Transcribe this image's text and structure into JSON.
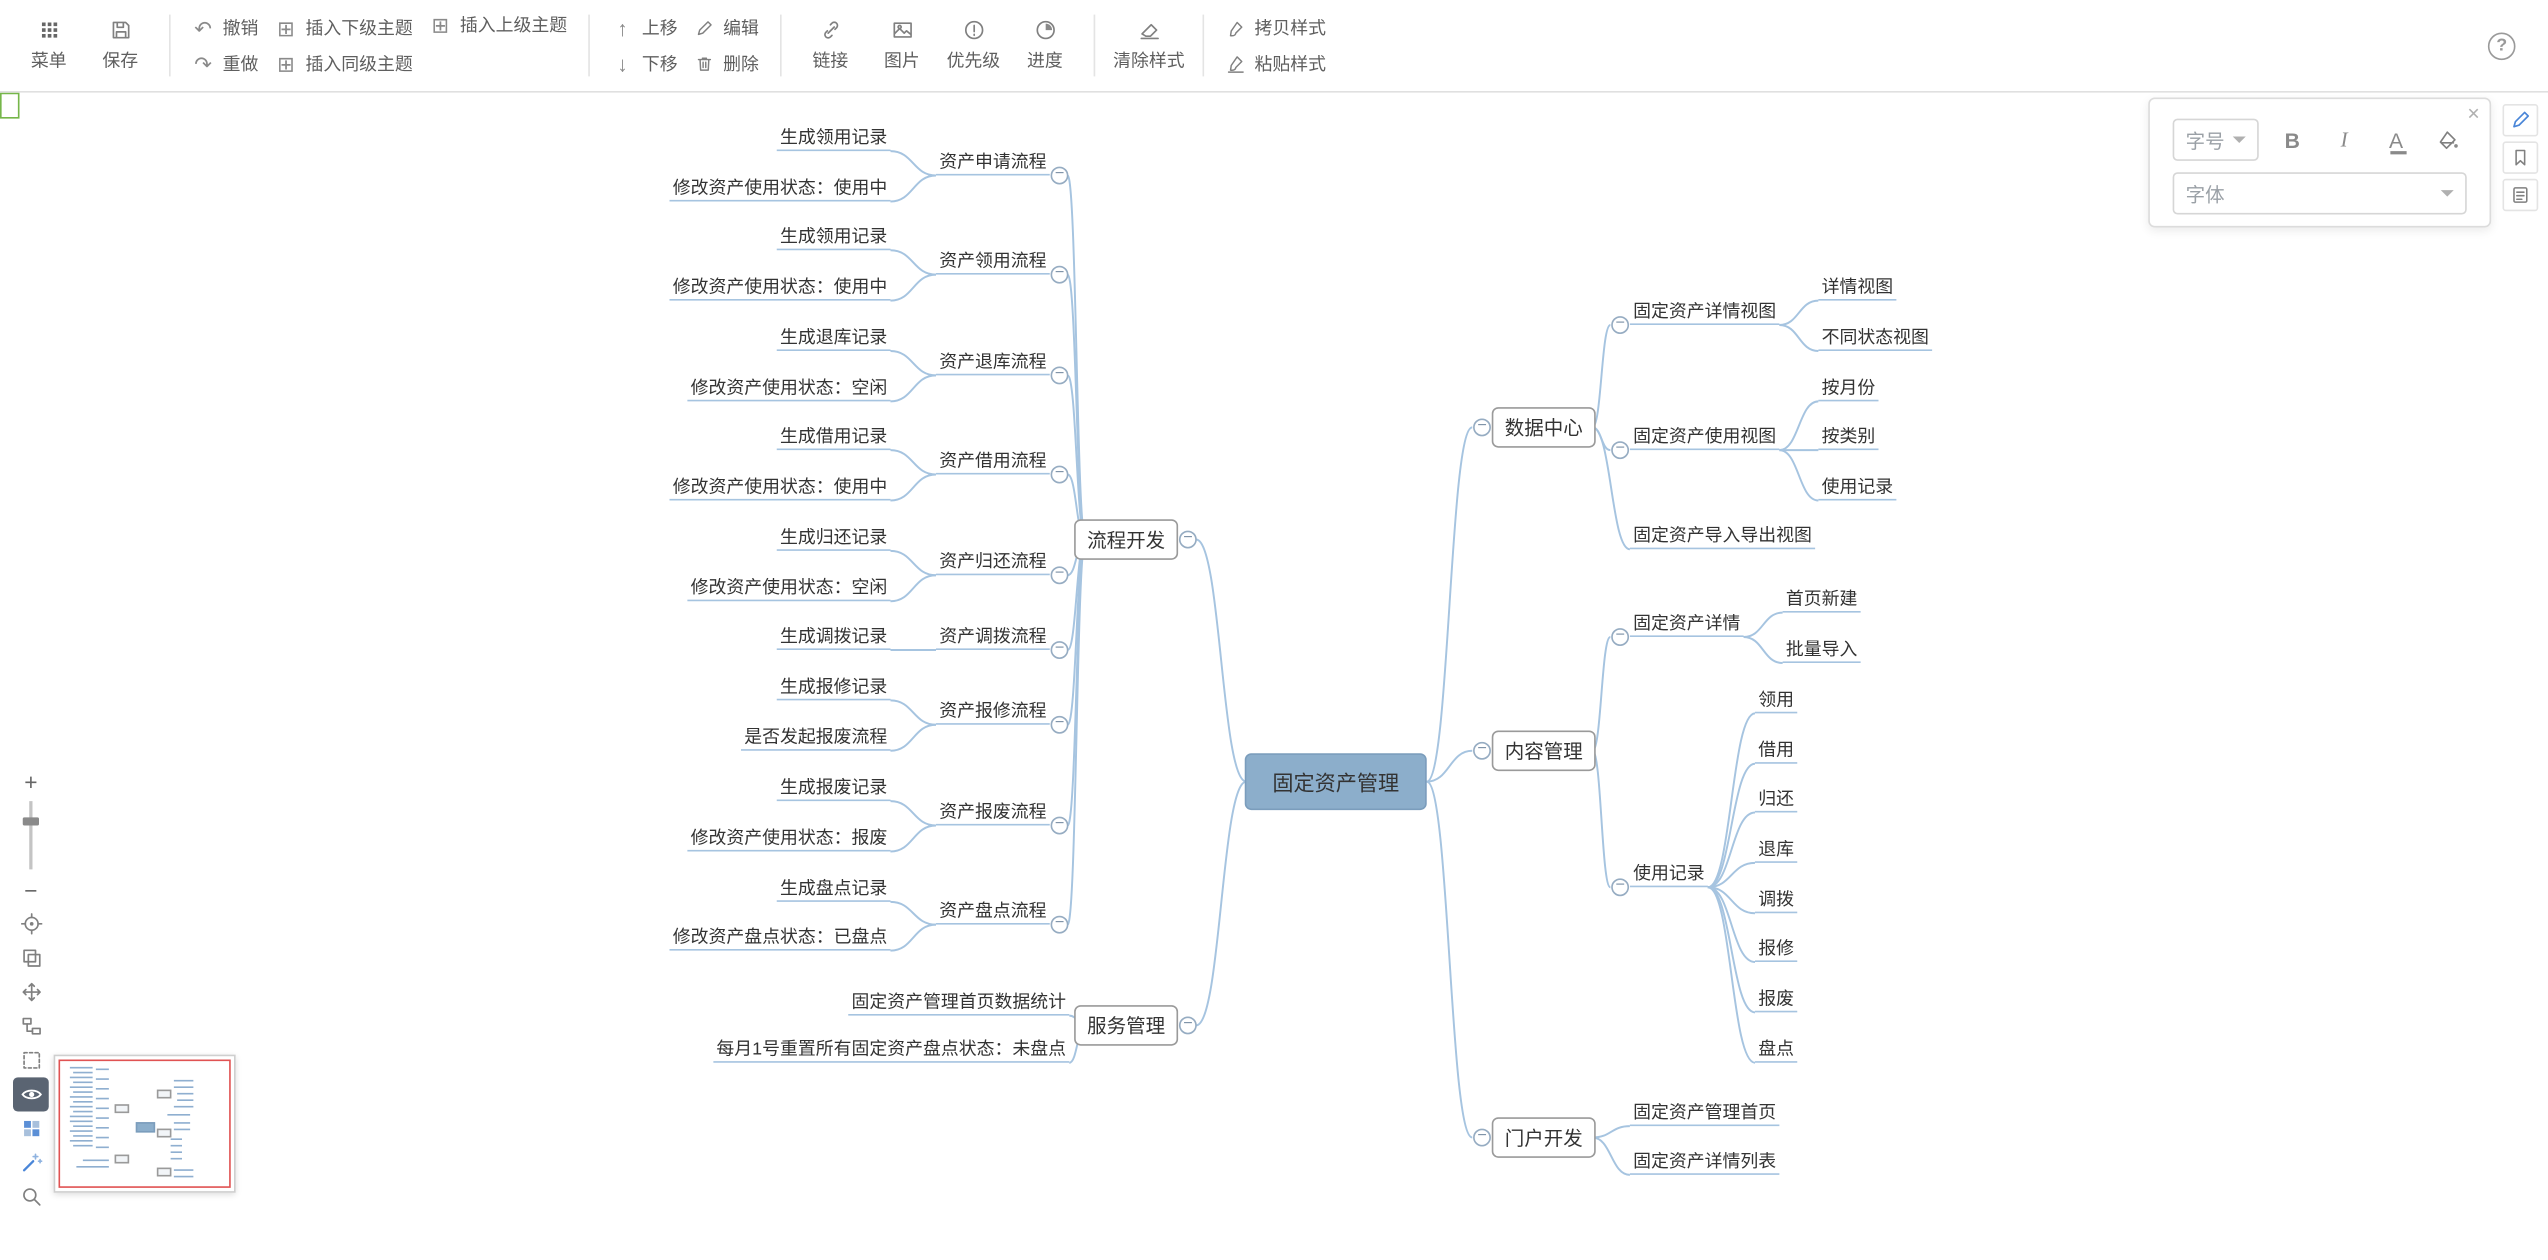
{
  "toolbar": {
    "menu": "菜单",
    "save": "保存",
    "undo": "撤销",
    "redo": "重做",
    "insert_child": "插入下级主题",
    "insert_sibling": "插入同级主题",
    "insert_parent": "插入上级主题",
    "move_up": "上移",
    "move_down": "下移",
    "edit": "编辑",
    "delete": "删除",
    "link": "链接",
    "image": "图片",
    "priority": "优先级",
    "progress": "进度",
    "clear_style": "清除样式",
    "copy_style": "拷贝样式",
    "paste_style": "粘贴样式"
  },
  "icons": {
    "undo": "↶",
    "redo": "↷",
    "insert": "⊞",
    "up": "↑",
    "down": "↓",
    "zoom_in": "+",
    "zoom_out": "−",
    "expander": "−",
    "close": "×",
    "help": "?"
  },
  "style_panel": {
    "font_size_placeholder": "字号",
    "font_family_placeholder": "字体",
    "bold_label": "B",
    "italic_label": "I",
    "font_color_label": "A"
  },
  "colors": {
    "root_fill": "#8caecb",
    "root_border": "#7b9dbc",
    "edge": "#a6c4e0",
    "minimap_viewport": "#e05353",
    "accent_blue": "#4a86d8"
  },
  "mindmap": {
    "root": "固定资产管理",
    "left": [
      {
        "label": "流程开发",
        "children": [
          {
            "label": "资产申请流程",
            "children": [
              "生成领用记录",
              "修改资产使用状态：使用中"
            ]
          },
          {
            "label": "资产领用流程",
            "children": [
              "生成领用记录",
              "修改资产使用状态：使用中"
            ]
          },
          {
            "label": "资产退库流程",
            "children": [
              "生成退库记录",
              "修改资产使用状态：空闲"
            ]
          },
          {
            "label": "资产借用流程",
            "children": [
              "生成借用记录",
              "修改资产使用状态：使用中"
            ]
          },
          {
            "label": "资产归还流程",
            "children": [
              "生成归还记录",
              "修改资产使用状态：空闲"
            ]
          },
          {
            "label": "资产调拨流程",
            "children": [
              "生成调拨记录"
            ]
          },
          {
            "label": "资产报修流程",
            "children": [
              "生成报修记录",
              "是否发起报废流程"
            ]
          },
          {
            "label": "资产报废流程",
            "children": [
              "生成报废记录",
              "修改资产使用状态：报废"
            ]
          },
          {
            "label": "资产盘点流程",
            "children": [
              "生成盘点记录",
              "修改资产盘点状态：已盘点"
            ]
          }
        ]
      },
      {
        "label": "服务管理",
        "children": [
          {
            "label": "固定资产管理首页数据统计"
          },
          {
            "label": "每月1号重置所有固定资产盘点状态：未盘点"
          }
        ]
      }
    ],
    "right": [
      {
        "label": "数据中心",
        "children": [
          {
            "label": "固定资产详情视图",
            "children": [
              "详情视图",
              "不同状态视图"
            ]
          },
          {
            "label": "固定资产使用视图",
            "children": [
              "按月份",
              "按类别",
              "使用记录"
            ]
          },
          {
            "label": "固定资产导入导出视图"
          }
        ]
      },
      {
        "label": "内容管理",
        "children": [
          {
            "label": "固定资产详情",
            "children": [
              "首页新建",
              "批量导入"
            ]
          },
          {
            "label": "使用记录",
            "children": [
              "领用",
              "借用",
              "归还",
              "退库",
              "调拨",
              "报修",
              "报废",
              "盘点"
            ]
          }
        ]
      },
      {
        "label": "门户开发",
        "children": [
          {
            "label": "固定资产管理首页"
          },
          {
            "label": "固定资产详情列表"
          }
        ]
      }
    ]
  }
}
